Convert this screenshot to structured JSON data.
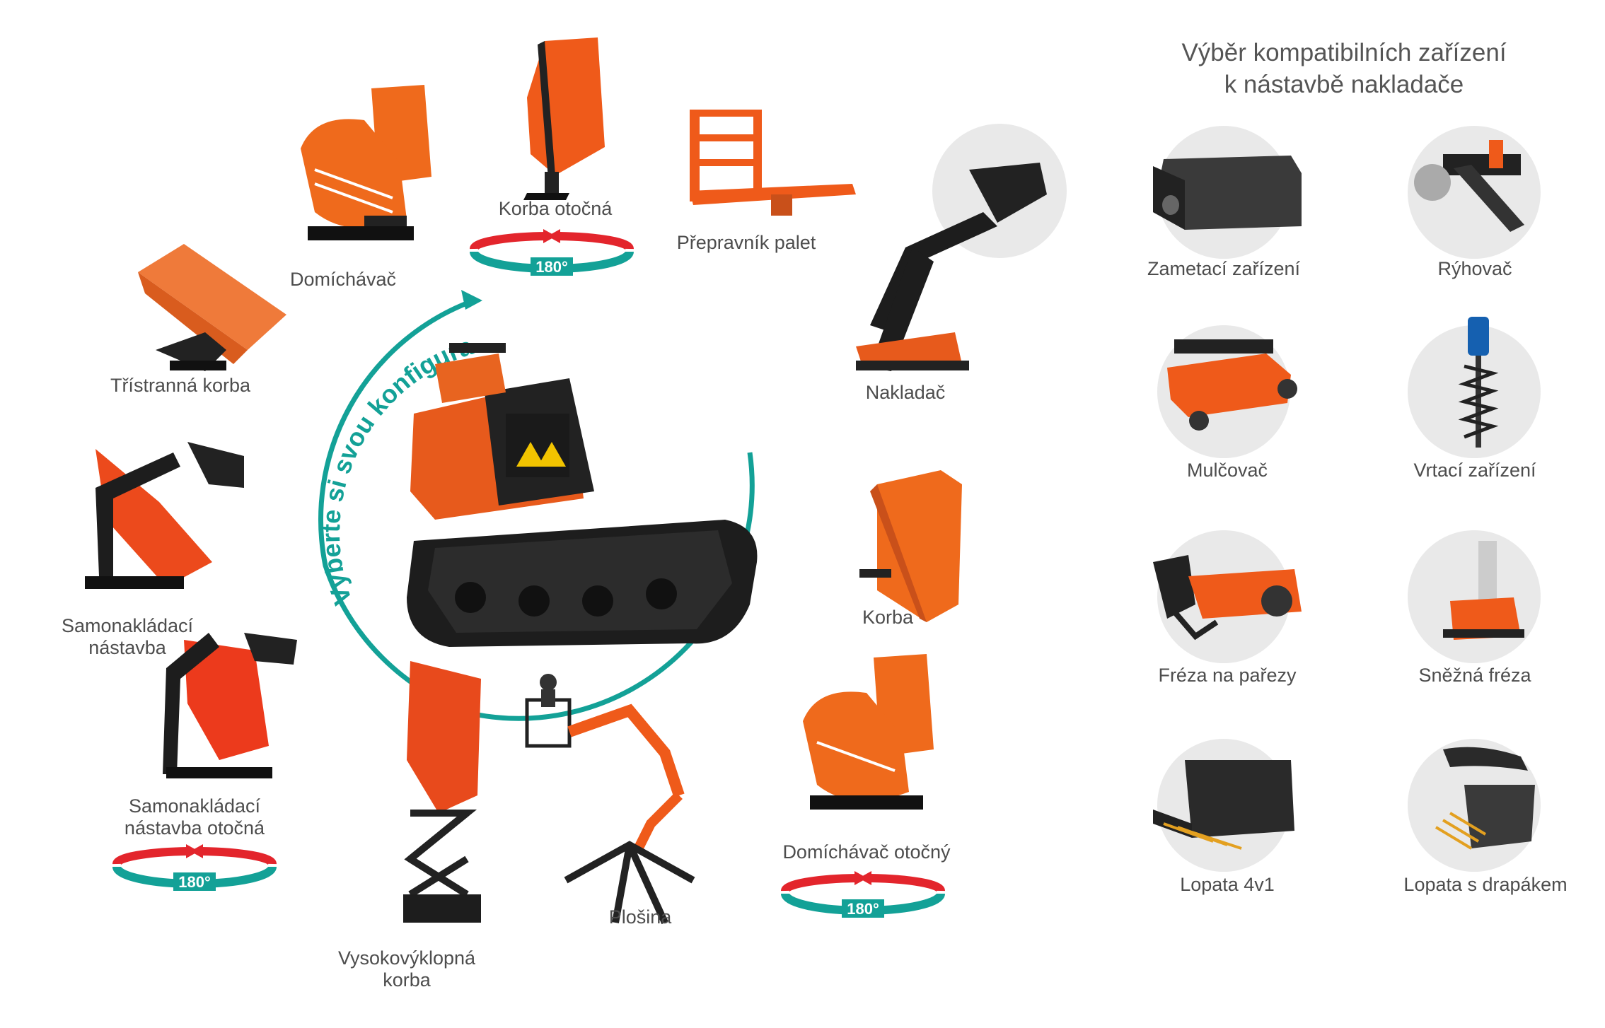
{
  "colors": {
    "orange": "#ef6a1c",
    "dark_orange": "#c9501a",
    "teal": "#13a197",
    "red": "#e3252c",
    "gray_circle": "#e9e9e9",
    "black": "#1d1d1d"
  },
  "header": {
    "title": "Výběr kompatibilních zařízení\nk nástavbě nakladače"
  },
  "center": {
    "slogan": "Vyberte si svou konfiguraci"
  },
  "configurations": [
    {
      "id": "korba-otocna",
      "label": "Korba otočná",
      "icon": "rotating-dumper-body-icon",
      "badge": "180°"
    },
    {
      "id": "prepravnik-palet",
      "label": "Přepravník palet",
      "icon": "pallet-carrier-icon"
    },
    {
      "id": "domichavac",
      "label": "Domíchávač",
      "icon": "concrete-mixer-icon"
    },
    {
      "id": "tristranna-korba",
      "label": "Třístranná korba",
      "icon": "three-way-tipper-icon"
    },
    {
      "id": "nakladac",
      "label": "Nakladač",
      "icon": "loader-arm-icon"
    },
    {
      "id": "samonakladaci",
      "label": "Samonakládací\nnástavba",
      "icon": "self-loading-attachment-icon"
    },
    {
      "id": "korba",
      "label": "Korba",
      "icon": "dumper-body-icon"
    },
    {
      "id": "samonakladaci-otocna",
      "label": "Samonakládací\nnástavba otočná",
      "icon": "rotating-self-loading-icon",
      "badge": "180°"
    },
    {
      "id": "domichavac-otocny",
      "label": "Domíchávač otočný",
      "icon": "rotating-mixer-icon",
      "badge": "180°"
    },
    {
      "id": "vysokovyklopna",
      "label": "Vysokovýklopná\nkorba",
      "icon": "high-tip-dumper-icon"
    },
    {
      "id": "plosina",
      "label": "Plošina",
      "icon": "aerial-platform-icon"
    }
  ],
  "attachments": [
    {
      "label": "Zametací zařízení",
      "icon": "sweeper-icon"
    },
    {
      "label": "Rýhovač",
      "icon": "trencher-icon"
    },
    {
      "label": "Mulčovač",
      "icon": "mulcher-icon"
    },
    {
      "label": "Vrtací zařízení",
      "icon": "auger-drill-icon"
    },
    {
      "label": "Fréza na pařezy",
      "icon": "stump-grinder-icon"
    },
    {
      "label": "Sněžná fréza",
      "icon": "snow-blower-icon"
    },
    {
      "label": "Lopata 4v1",
      "icon": "bucket-4in1-icon"
    },
    {
      "label": "Lopata s drapákem",
      "icon": "grapple-bucket-icon"
    }
  ]
}
